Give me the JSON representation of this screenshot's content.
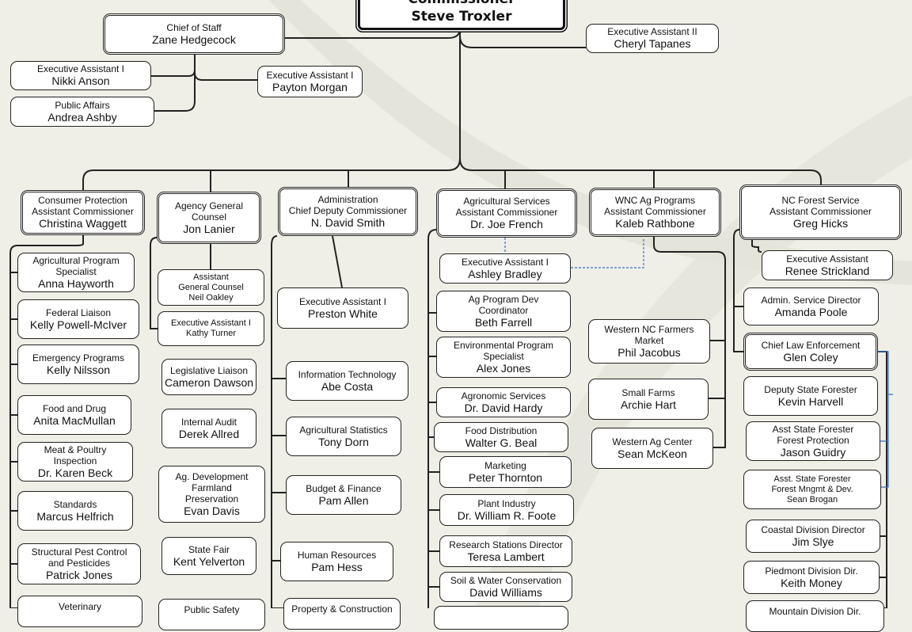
{
  "nodes": {
    "commissioner": {
      "lines": [
        "Commissioner",
        "Steve Troxler"
      ]
    },
    "chief_of_staff": {
      "lines": [
        "Chief of Staff",
        "Zane Hedgecock"
      ]
    },
    "exec_asst_ii": {
      "lines": [
        "Executive Assistant II",
        "Cheryl Tapanes"
      ]
    },
    "ea_nikki": {
      "lines": [
        "Executive Assistant I",
        "Nikki Anson"
      ]
    },
    "ea_payton": {
      "lines": [
        "Executive Assistant I",
        "Payton Morgan"
      ]
    },
    "public_affairs": {
      "lines": [
        "Public Affairs",
        "Andrea Ashby"
      ]
    },
    "consumer_protection": {
      "lines": [
        "Consumer Protection",
        "Assistant Commissioner",
        "Christina Waggett"
      ]
    },
    "agency_gc": {
      "lines": [
        "Agency General",
        "Counsel",
        "Jon Lanier"
      ]
    },
    "administration": {
      "lines": [
        "Administration",
        "Chief Deputy Commissioner",
        "N. David Smith"
      ]
    },
    "ag_services": {
      "lines": [
        "Agricultural Services",
        "Assistant Commissioner",
        "Dr. Joe French"
      ]
    },
    "wnc": {
      "lines": [
        "WNC Ag Programs",
        "Assistant Commissioner",
        "Kaleb Rathbone"
      ]
    },
    "ncfs": {
      "lines": [
        "NC Forest Service",
        "Assistant Commissioner",
        "Greg Hicks"
      ]
    },
    "ag_prog_spec": {
      "lines": [
        "Agricultural Program",
        "Specialist",
        "Anna Hayworth"
      ]
    },
    "federal_liaison": {
      "lines": [
        "Federal Liaison",
        "Kelly Powell-McIver"
      ]
    },
    "emergency": {
      "lines": [
        "Emergency Programs",
        "Kelly Nilsson"
      ]
    },
    "food_drug": {
      "lines": [
        "Food and Drug",
        "Anita MacMullan"
      ]
    },
    "meat_poultry": {
      "lines": [
        "Meat & Poultry",
        "Inspection",
        "Dr. Karen Beck"
      ]
    },
    "standards": {
      "lines": [
        "Standards",
        "Marcus Helfrich"
      ]
    },
    "pest": {
      "lines": [
        "Structural Pest Control",
        "and Pesticides",
        "Patrick Jones"
      ]
    },
    "veterinary": {
      "lines": [
        "Veterinary"
      ]
    },
    "asst_gc": {
      "lines": [
        "Assistant",
        "General Counsel",
        "Neil Oakley"
      ]
    },
    "ea_kathy": {
      "lines": [
        "Executive Assistant I",
        "Kathy Turner"
      ]
    },
    "leg_liaison": {
      "lines": [
        "Legislative Liaison",
        "Cameron Dawson"
      ]
    },
    "internal_audit": {
      "lines": [
        "Internal Audit",
        "Derek Allred"
      ]
    },
    "ag_dev": {
      "lines": [
        "Ag. Development",
        "Farmland",
        "Preservation",
        "Evan Davis"
      ]
    },
    "state_fair": {
      "lines": [
        "State Fair",
        "Kent Yelverton"
      ]
    },
    "public_safety": {
      "lines": [
        "Public Safety"
      ]
    },
    "ea_preston": {
      "lines": [
        "Executive Assistant I",
        "Preston White"
      ]
    },
    "it": {
      "lines": [
        "Information Technology",
        "Abe Costa"
      ]
    },
    "ag_stats": {
      "lines": [
        "Agricultural Statistics",
        "Tony Dorn"
      ]
    },
    "budget": {
      "lines": [
        "Budget & Finance",
        "Pam Allen"
      ]
    },
    "hr": {
      "lines": [
        "Human Resources",
        "Pam Hess"
      ]
    },
    "property": {
      "lines": [
        "Property & Construction"
      ]
    },
    "ea_ashley": {
      "lines": [
        "Executive Assistant I",
        "Ashley Bradley"
      ]
    },
    "ag_prog_dev": {
      "lines": [
        "Ag Program Dev",
        "Coordinator",
        "Beth Farrell"
      ]
    },
    "env_prog": {
      "lines": [
        "Environmental Program",
        "Specialist",
        "Alex Jones"
      ]
    },
    "agronomic": {
      "lines": [
        "Agronomic Services",
        "Dr. David Hardy"
      ]
    },
    "food_dist": {
      "lines": [
        "Food Distribution",
        "Walter G. Beal"
      ]
    },
    "marketing": {
      "lines": [
        "Marketing",
        "Peter Thornton"
      ]
    },
    "plant": {
      "lines": [
        "Plant Industry",
        "Dr. William R. Foote"
      ]
    },
    "research": {
      "lines": [
        "Research Stations Director",
        "Teresa Lambert"
      ]
    },
    "soil_water": {
      "lines": [
        "Soil & Water Conservation",
        "David Williams"
      ]
    },
    "ag_partial": {
      "lines": []
    },
    "farmers_market": {
      "lines": [
        "Western NC Farmers",
        "Market",
        "Phil Jacobus"
      ]
    },
    "small_farms": {
      "lines": [
        "Small Farms",
        "Archie Hart"
      ]
    },
    "western_ag": {
      "lines": [
        "Western Ag Center",
        "Sean McKeon"
      ]
    },
    "ea_renee": {
      "lines": [
        "Executive Assistant",
        "Renee Strickland"
      ]
    },
    "admin_service": {
      "lines": [
        "Admin. Service Director",
        "Amanda Poole"
      ]
    },
    "law_enf": {
      "lines": [
        "Chief Law Enforcement",
        "Glen Coley"
      ]
    },
    "deputy_forester": {
      "lines": [
        "Deputy State Forester",
        "Kevin Harvell"
      ]
    },
    "forest_protection": {
      "lines": [
        "Asst State Forester",
        "Forest Protection",
        "Jason Guidry"
      ]
    },
    "forest_mgmt": {
      "lines": [
        "Asst. State Forester",
        "Forest Mngmt & Dev.",
        "Sean Brogan"
      ]
    },
    "coastal": {
      "lines": [
        "Coastal Division Director",
        "Jim Slye"
      ]
    },
    "piedmont": {
      "lines": [
        "Piedmont Division Dir.",
        "Keith Money"
      ]
    },
    "mountain": {
      "lines": [
        "Mountain Division Dir."
      ]
    }
  },
  "colors": {
    "background": "#efefe8",
    "line": "#222222",
    "dotted_link": "#3a6fc4"
  }
}
